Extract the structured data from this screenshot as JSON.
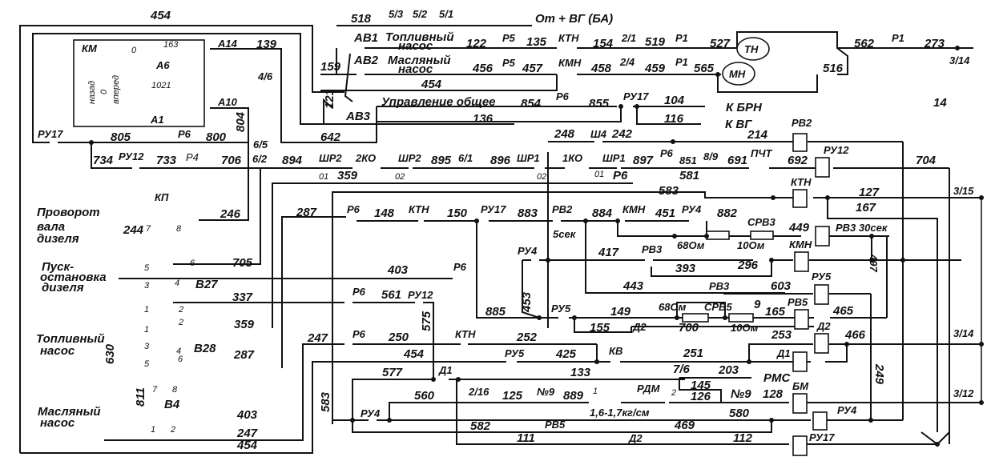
{
  "title": "Electrical control circuit diagram (diesel start, fuel and oil pumps)",
  "page_number": "14",
  "controller_box": {
    "name": "КМ",
    "positions": [
      "назад",
      "0",
      "вперед"
    ],
    "top_mark": "0",
    "contacts": [
      "А6",
      "А1"
    ],
    "inner_wires": [
      "163",
      "1021"
    ],
    "terminals": [
      "А14",
      "А10"
    ]
  },
  "breakers": {
    "av1": {
      "name": "АВ1",
      "label": "Топливный насос",
      "label_l1": "Топливный",
      "label_l2": "насос"
    },
    "av2": {
      "name": "АВ2",
      "label": "Масляный насос",
      "label_l1": "Масляный",
      "label_l2": "насос"
    },
    "av3": {
      "name": "АВ3",
      "label": "Управление общее"
    }
  },
  "source": {
    "label": "От + ВГ (БА)"
  },
  "outputs": {
    "brn": "К БРН",
    "vg": "К ВГ"
  },
  "switch_labels": {
    "kp": "КП",
    "kp_desc_l1": "Проворот",
    "kp_desc_l2": "вала",
    "kp_desc_l3": "дизеля",
    "b27": "В27",
    "b27_desc_l1": "Пуск-",
    "b27_desc_l2": "остановка",
    "b27_desc_l3": "дизеля",
    "b28": "В28",
    "b28_desc_l1": "Топливный",
    "b28_desc_l2": "насос",
    "b4": "В4",
    "b4_desc_l1": "Масляный",
    "b4_desc_l2": "насос"
  },
  "pins": {
    "p1": "1",
    "p2": "2",
    "p3": "3",
    "p4": "4",
    "p5": "5",
    "p6": "6",
    "p7": "7",
    "p8": "8",
    "o1": "01",
    "o2": "02"
  },
  "motors": {
    "tn": "ТН",
    "mn": "МН"
  },
  "relays": {
    "rv2": "РВ2",
    "ru12": "РУ12",
    "ktn": "КТН",
    "rv3": "РВ3 30сек",
    "kmn": "КМН",
    "ru5": "РУ5",
    "rv5": "РВ5",
    "d2": "Д2",
    "d1": "Д1",
    "bm": "БМ",
    "ru4": "РУ4",
    "ru17": "РУ17"
  },
  "contacts": {
    "ktn": "КТН",
    "kmn": "КМН",
    "ru17": "РУ17",
    "ru12": "РУ12",
    "rv2": "РВ2",
    "rv2_time": "5сек",
    "ru4": "РУ4",
    "rv3": "РВ3",
    "ru5": "РУ5",
    "d2": "Д2",
    "kv": "КВ",
    "d1": "Д1",
    "rv5": "РВ5",
    "sh4": "Ш4",
    "pchth": "ПЧТ",
    "rdm": "РДМ",
    "rdm_pressure": "1,6-1,7кг/см",
    "rms": "РМС",
    "no9a": "№9",
    "no9b": "№9",
    "ko1": "1КО",
    "ko2": "2КО",
    "shr1": "ШР1",
    "shr2": "ШР2",
    "srv3": "СРВ3",
    "srv5": "СРВ5",
    "ru4_b": "РУ4"
  },
  "connectors": {
    "r1": "Р1",
    "r4": "Р4",
    "r5": "Р5",
    "r6": "Р6"
  },
  "resistors": {
    "r68a": "68Ом",
    "r10a": "10Ом",
    "r68b": "68Ом",
    "r10b": "10Ом"
  },
  "terminals": [
    "5/3",
    "5/2",
    "5/1",
    "2/1",
    "2/4",
    "3/14",
    "4/6",
    "6/5",
    "6/2",
    "6/1",
    "8/9",
    "3/15",
    "3/14",
    "3/12",
    "2/16",
    "7/6"
  ],
  "wires": {
    "w454": "454",
    "w518": "518",
    "w139": "139",
    "w159": "159",
    "w121": "121",
    "w122": "122",
    "w135": "135",
    "w154": "154",
    "w519": "519",
    "w527": "527",
    "w562": "562",
    "w273": "273",
    "w456": "456",
    "w457": "457",
    "w458": "458",
    "w459": "459",
    "w565": "565",
    "w516": "516",
    "w854": "854",
    "w855": "855",
    "w104": "104",
    "w116": "116",
    "w136": "136",
    "w642": "642",
    "w805": "805",
    "w800": "800",
    "w804": "804",
    "w734": "734",
    "w733": "733",
    "w706": "706",
    "w894": "894",
    "w895": "895",
    "w896": "896",
    "w897": "897",
    "w851": "851",
    "w691": "691",
    "w692": "692",
    "w704": "704",
    "w248": "248",
    "w242": "242",
    "w214": "214",
    "w359": "359",
    "w581": "581",
    "w583": "583",
    "w127": "127",
    "w167": "167",
    "w246": "246",
    "w244": "244",
    "w287": "287",
    "w148": "148",
    "w150": "150",
    "w883": "883",
    "w884": "884",
    "w451": "451",
    "w882": "882",
    "w449": "449",
    "w705": "705",
    "w403": "403",
    "w417": "417",
    "w393": "393",
    "w296": "296",
    "w497": "497",
    "w443": "443",
    "w603": "603",
    "w453": "453",
    "w337": "337",
    "w561": "561",
    "w575": "575",
    "w885": "885",
    "w149": "149",
    "w155": "155",
    "w700": "700",
    "w9": "9",
    "w165": "165",
    "w465": "465",
    "w247": "247",
    "w250": "250",
    "w252": "252",
    "w253": "253",
    "w466": "466",
    "w425": "425",
    "w251": "251",
    "w203": "203",
    "w630": "630",
    "w811": "811",
    "w577": "577",
    "w133": "133",
    "w145": "145",
    "w126": "126",
    "w128": "128",
    "w560": "560",
    "w125": "125",
    "w889": "889",
    "w580": "580",
    "w469": "469",
    "w582": "582",
    "w111": "111",
    "w112": "112",
    "w249": "249"
  }
}
